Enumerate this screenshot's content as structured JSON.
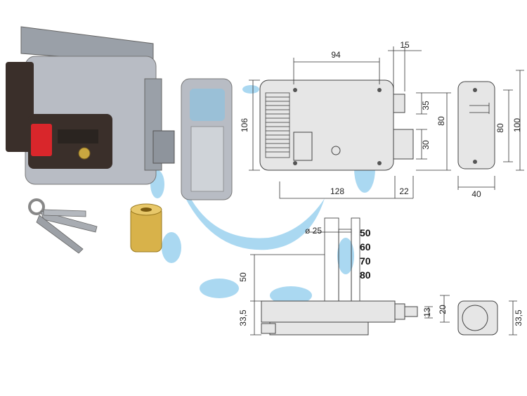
{
  "dimensions": {
    "top_94": "94",
    "top_15": "15",
    "left_106": "106",
    "right_35": "35",
    "right_80": "80",
    "right_30": "30",
    "bottom_128": "128",
    "bottom_22": "22",
    "keeper_80": "80",
    "keeper_100": "100",
    "keeper_40": "40",
    "diam_25": "ø 25",
    "side_50": "50",
    "side_33_5": "33,5",
    "bolt_13": "13",
    "bolt_20": "20",
    "keeper_33_5": "33,5"
  },
  "cylinder_lengths": [
    "50",
    "60",
    "70",
    "80"
  ],
  "colors": {
    "accent": "#7cc3ea",
    "lock_red": "#d9262b",
    "lock_dark": "#3a2f2a",
    "steel": "#b8bcc4"
  }
}
